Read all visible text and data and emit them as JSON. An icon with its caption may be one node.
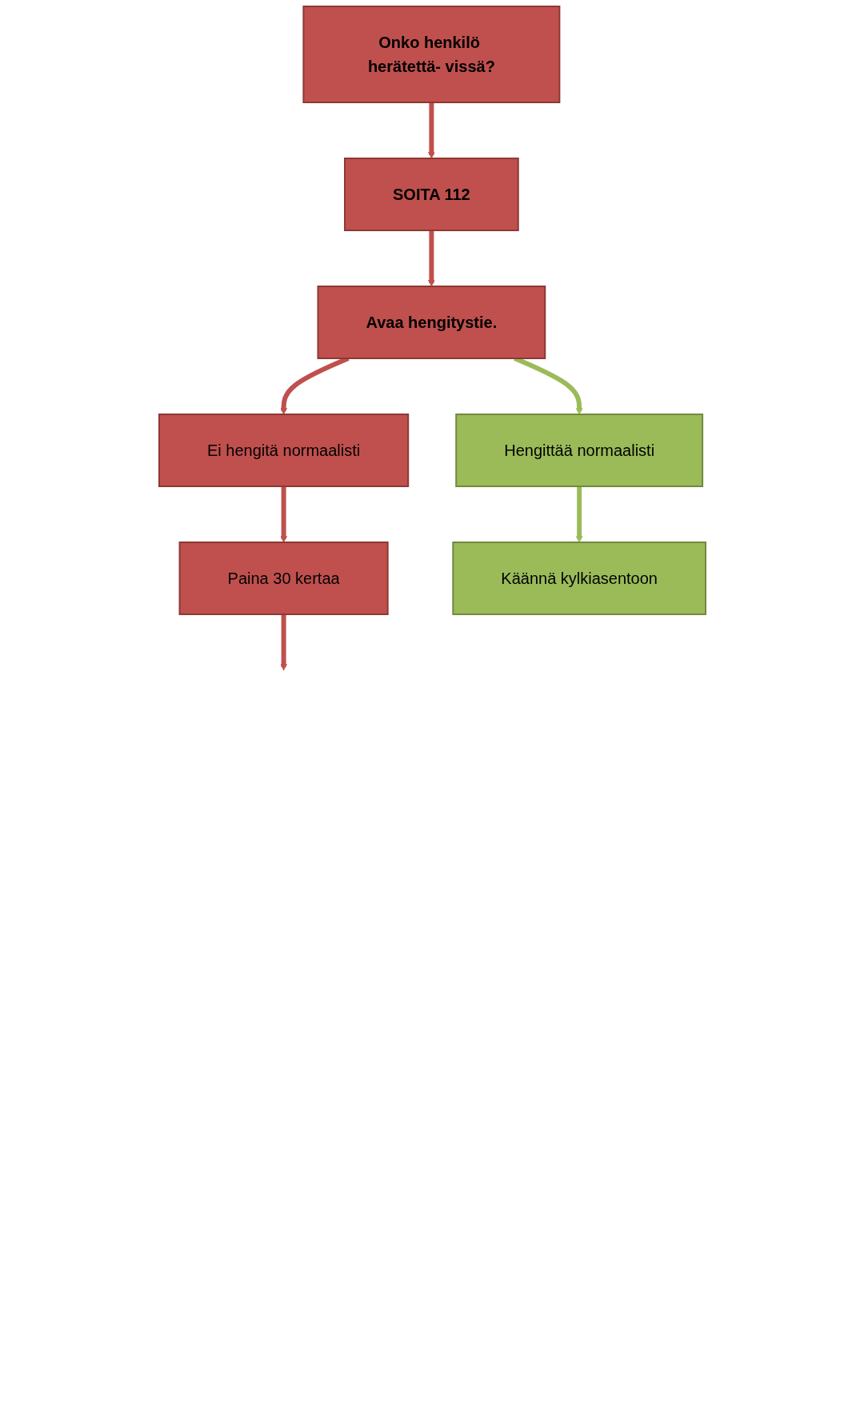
{
  "diagram": {
    "nodes": [
      {
        "text": [
          "Onko henkilö herätettä- vissä?"
        ]
      },
      {
        "text": [
          "SOITA 112"
        ]
      },
      {
        "text": [
          "Avaa hengitystie."
        ]
      },
      {
        "text": [
          "Ei hengitä normaalisti"
        ]
      },
      {
        "text": [
          "Hengittää normaalisti"
        ]
      },
      {
        "text": [
          "Paina 30 kertaa"
        ]
      },
      {
        "text": [
          "Käännä kylkiasentoon"
        ]
      }
    ],
    "edges": [
      {
        "from": 0,
        "to": 1,
        "arrow": "to"
      },
      {
        "from": 1,
        "to": 2,
        "arrow": "to"
      },
      {
        "from": 2,
        "to": 3,
        "arrow": "to"
      },
      {
        "from": 2,
        "to": 4,
        "arrow": "to",
        "color": "#9bbb59"
      },
      {
        "from": 3,
        "to": 5,
        "arrow": "to"
      },
      {
        "from": 4,
        "to": 6,
        "arrow": "to",
        "color": "#9bbb59"
      },
      {
        "from": 5,
        "to": null,
        "arrow": "to"
      }
    ]
  }
}
